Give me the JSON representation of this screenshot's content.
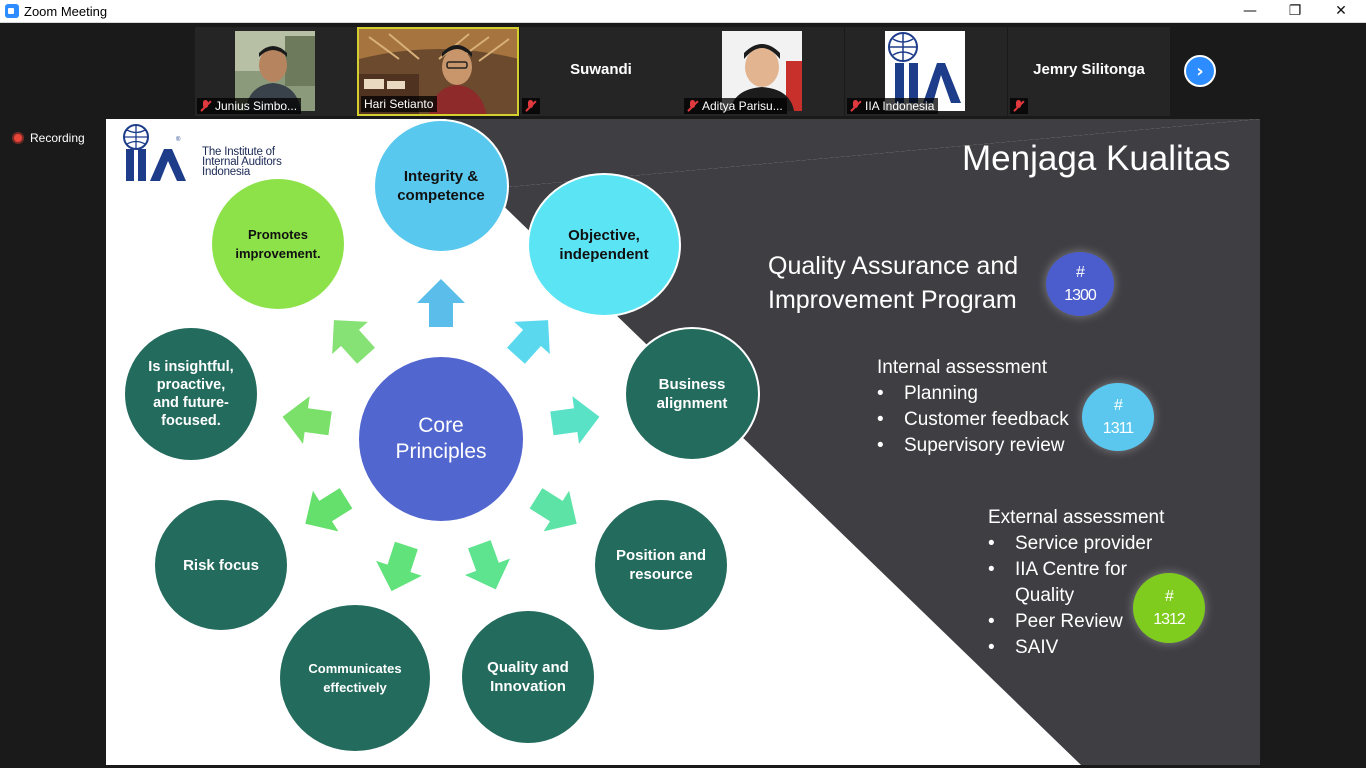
{
  "window": {
    "title": "Zoom Meeting",
    "minimize": "—",
    "maximize": "❐",
    "close": "✕"
  },
  "colors": {
    "zoom_blue": "#2d8cff",
    "active_speaker": "#d4cf2e",
    "slide_dark": "#3f3e43",
    "muted_red": "#e0393e"
  },
  "participants": [
    {
      "name": "Junius Simbo...",
      "muted": true,
      "video": true
    },
    {
      "name": "Hari Setianto",
      "muted": false,
      "video": true,
      "active": true
    },
    {
      "name": "Suwandi",
      "muted": true,
      "video": false
    },
    {
      "name": "Aditya Parisu...",
      "muted": true,
      "video": true
    },
    {
      "name": "IIA Indonesia",
      "muted": true,
      "video": true
    },
    {
      "name": "Jemry Silitonga",
      "muted": true,
      "video": false
    }
  ],
  "next_page_icon": "chevron-right-icon",
  "recording": {
    "label": "Recording"
  },
  "slide": {
    "logo": {
      "line1": "The Institute of",
      "line2": "Internal Auditors",
      "line3": "Indonesia",
      "wordmark": "IIA"
    },
    "title": "Menjaga Kualitas",
    "core": {
      "line1": "Core",
      "line2": "Principles"
    },
    "principles": [
      {
        "line1": "Integrity &",
        "line2": "competence",
        "color": "#58c8ee"
      },
      {
        "line1": "Objective,",
        "line2": "independent",
        "color": "#5ae4f4"
      },
      {
        "line1": "Business",
        "line2": "alignment",
        "color": "#236b5d"
      },
      {
        "line1": "Position and",
        "line2": "resource",
        "color": "#236b5d"
      },
      {
        "line1": "Quality and",
        "line2": "Innovation",
        "color": "#236b5d"
      },
      {
        "line1": "Communicates",
        "line2": "effectively",
        "color": "#236b5d"
      },
      {
        "line1": "Risk focus",
        "line2": "",
        "color": "#236b5d"
      },
      {
        "line1": "Is insightful,",
        "line2": "proactive,",
        "line3": "and future-",
        "line4": "focused.",
        "color": "#236b5d"
      },
      {
        "line1": "Promotes",
        "line2": "improvement.",
        "color": "#8de24a"
      }
    ],
    "qaip": {
      "line1": "Quality Assurance and",
      "line2": "Improvement Program",
      "badge_hash": "#",
      "badge_number": "1300",
      "badge_color": "#4b5ccc"
    },
    "internal": {
      "heading": "Internal assessment",
      "items": [
        "Planning",
        "Customer feedback",
        "Supervisory review"
      ],
      "badge_hash": "#",
      "badge_number": "1311",
      "badge_color": "#5bc7ee"
    },
    "external": {
      "heading": "External assessment",
      "items": [
        "Service provider",
        "IIA Centre for",
        "Quality",
        "Peer Review",
        "SAIV"
      ],
      "badge_hash": "#",
      "badge_number": "1312",
      "badge_color": "#7fcc1e"
    }
  }
}
